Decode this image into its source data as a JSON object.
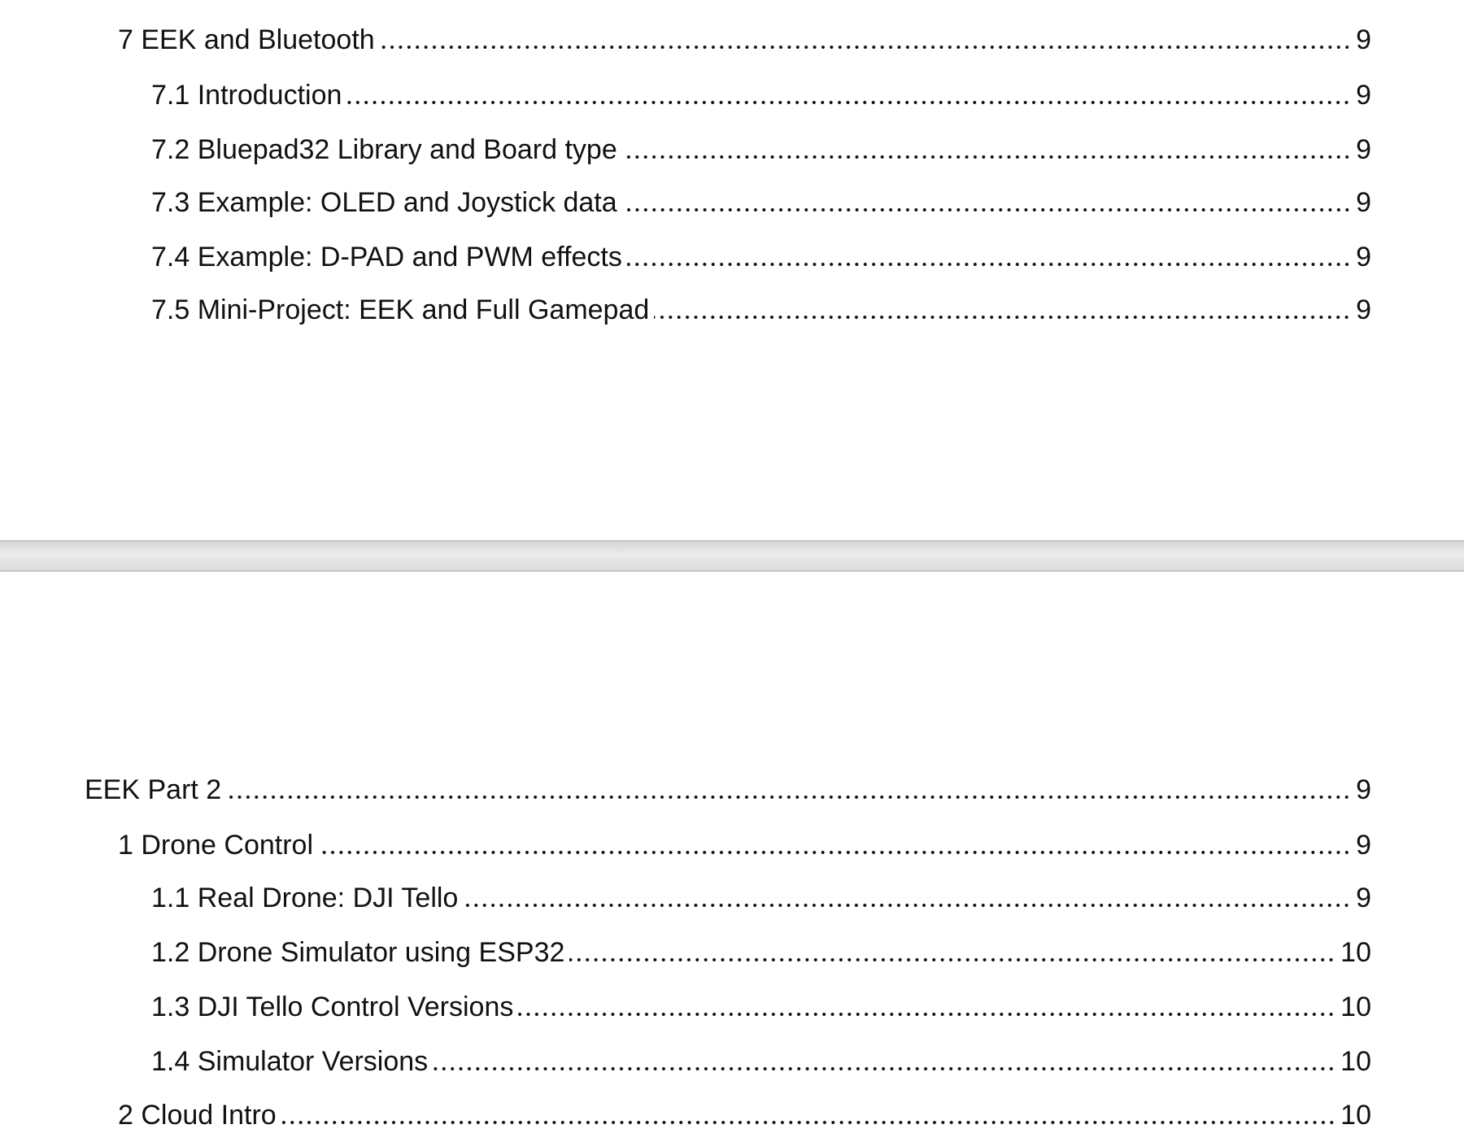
{
  "page1": {
    "entries": [
      {
        "title": "7 EEK and Bluetooth",
        "page": "9"
      },
      {
        "title": "7.1 Introduction",
        "page": "9"
      },
      {
        "title": "7.2 Bluepad32 Library and Board type",
        "page": "9"
      },
      {
        "title": "7.3 Example: OLED and Joystick data",
        "page": "9"
      },
      {
        "title": "7.4 Example: D-PAD and PWM effects",
        "page": "9"
      },
      {
        "title": "7.5 Mini-Project: EEK and Full Gamepad",
        "page": "9"
      }
    ]
  },
  "page2": {
    "entries": [
      {
        "title": "EEK Part 2",
        "page": "9"
      },
      {
        "title": "1 Drone Control",
        "page": "9"
      },
      {
        "title": "1.1 Real Drone: DJI Tello",
        "page": "9"
      },
      {
        "title": "1.2 Drone Simulator using ESP32",
        "page": "10"
      },
      {
        "title": "1.3 DJI Tello Control Versions",
        "page": "10"
      },
      {
        "title": "1.4 Simulator Versions",
        "page": "10"
      },
      {
        "title": "2 Cloud Intro",
        "page": "10"
      }
    ]
  }
}
